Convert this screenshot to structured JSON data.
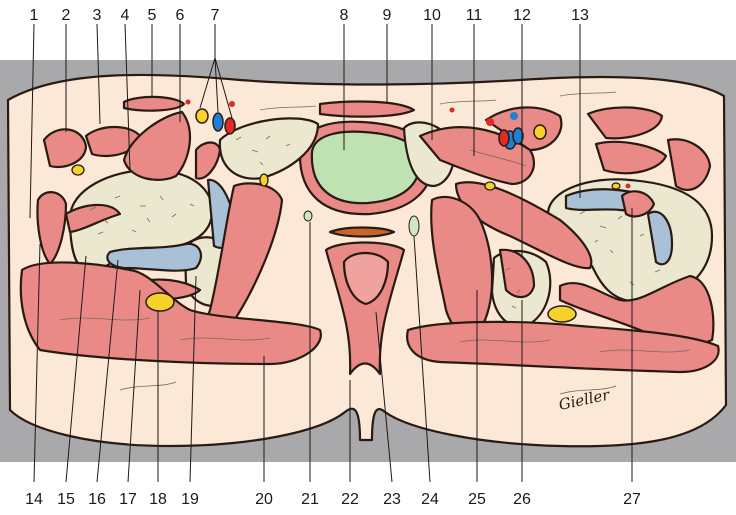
{
  "labels_top": [
    "1",
    "2",
    "3",
    "4",
    "5",
    "6",
    "7",
    "8",
    "9",
    "10",
    "11",
    "12",
    "13"
  ],
  "labels_bottom": [
    "14",
    "15",
    "16",
    "17",
    "18",
    "19",
    "20",
    "21",
    "22",
    "23",
    "24",
    "25",
    "26",
    "27"
  ],
  "signature": "Gieller",
  "colors": {
    "background_band": "#a9a9ab",
    "fat": "#fbe8d6",
    "muscle": "#e98a86",
    "bone": "#ece8cf",
    "cartilage_blue": "#a9c1d6",
    "nerve_yellow": "#f6d22b",
    "bladder_green": "#bfe2b2",
    "artery_red": "#e02a24",
    "vein_blue": "#1e7fd6"
  }
}
